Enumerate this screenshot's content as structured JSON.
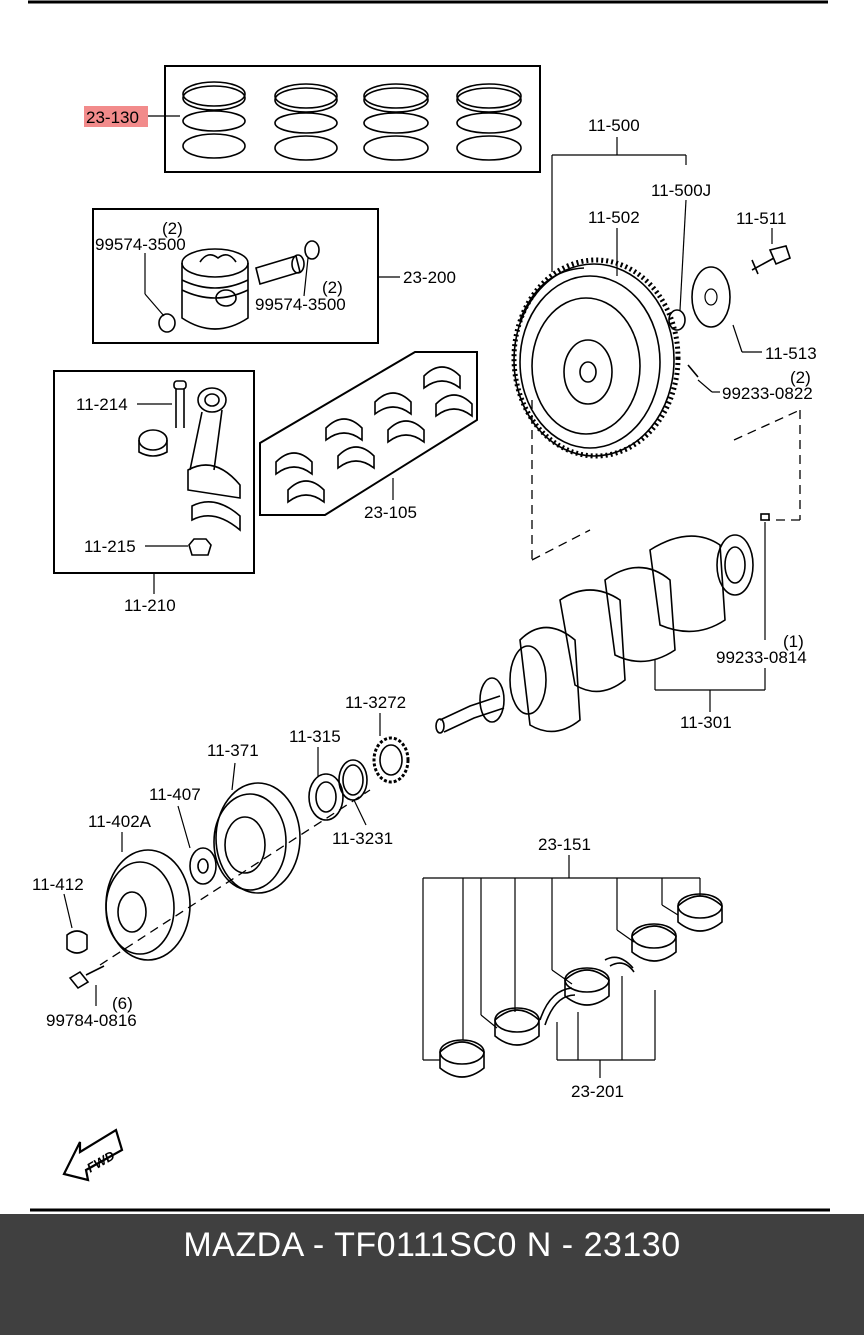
{
  "labels": {
    "piston_ring_set": "23-130",
    "piston": "23-200",
    "snap_ring_upper": "99574-3500",
    "snap_ring_upper_qty": "(2)",
    "snap_ring_lower": "99574-3500",
    "snap_ring_lower_qty": "(2)",
    "rod_bearing": "23-105",
    "conrod_assembly": "11-210",
    "conrod_bolt": "11-214",
    "conrod_nut": "11-215",
    "flywheel": "11-500",
    "flywheel_j": "11-500J",
    "ring_gear": "11-502",
    "flywheel_bolt": "11-511",
    "flywheel_plate": "11-513",
    "dowel_pin_upper": "99233-0822",
    "dowel_pin_upper_qty": "(2)",
    "crankshaft": "11-301",
    "dowel_pin_lower": "99233-0814",
    "dowel_pin_lower_qty": "(1)",
    "timing_sprocket": "11-3272",
    "spacer": "11-315",
    "washer": "11-3231",
    "pulley": "11-371",
    "key_plate": "11-407",
    "pulley_a": "11-402A",
    "pulley_bolt": "11-412",
    "pulley_bolts": "99784-0816",
    "pulley_bolts_qty": "(6)",
    "main_bearing": "23-151",
    "thrust_bearing": "23-201",
    "fwd": "FWD"
  },
  "highlight_color": "#f28b8b",
  "footer": {
    "text": "MAZDA - TF0111SC0   N - 23130",
    "background": "#404040"
  }
}
